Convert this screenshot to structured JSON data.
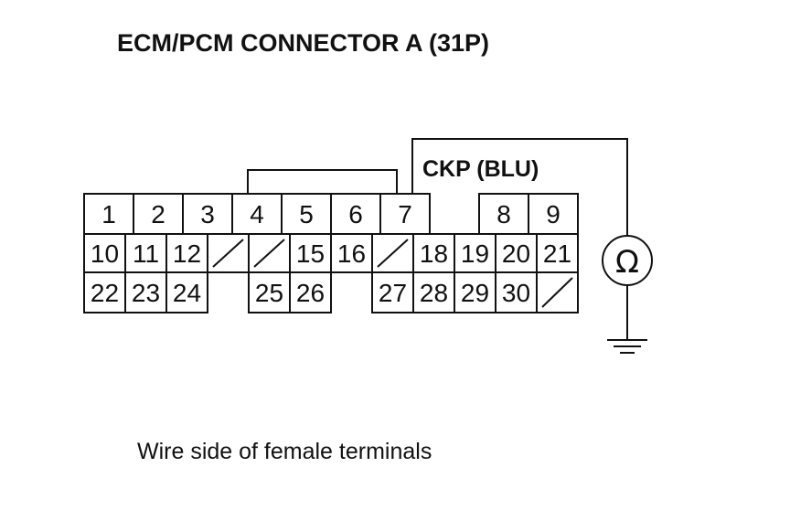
{
  "title": "ECM/PCM CONNECTOR A (31P)",
  "wire_label": "CKP (BLU)",
  "caption": "Wire side of female terminals",
  "meter_symbol": "Ω",
  "meter_icon": "ohmmeter-icon",
  "ground_icon": "ground-icon",
  "connector": {
    "rows": [
      [
        "1",
        "2",
        "3",
        "4",
        "5",
        "6",
        "7",
        null,
        "8",
        "9"
      ],
      [
        "10",
        "11",
        "12",
        "/",
        "/",
        "15",
        "16",
        "/",
        "18",
        "19",
        "20",
        "21"
      ],
      [
        "22",
        "23",
        "24",
        null,
        "25",
        "26",
        null,
        "27",
        "28",
        "29",
        "30",
        "/"
      ]
    ],
    "jumper_between": [
      "4",
      "7"
    ],
    "probe_terminal": "7"
  }
}
